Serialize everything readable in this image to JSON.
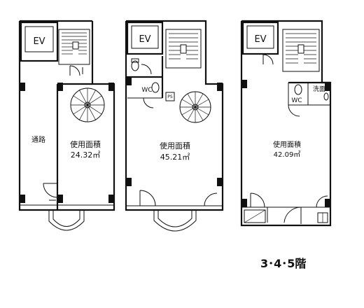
{
  "plans": [
    {
      "id": "plan-3f",
      "ev_label": "EV",
      "corridor_label": "通路",
      "area_label": "使用面積",
      "area_value": "24.32㎡"
    },
    {
      "id": "plan-4f",
      "ev_label": "EV",
      "wc_label": "WC",
      "ps_label": "PS",
      "area_label": "使用面積",
      "area_value": "45.21㎡"
    },
    {
      "id": "plan-5f",
      "ev_label": "EV",
      "wc_label": "WC",
      "wash_label": "洗面",
      "area_label": "使用面積",
      "area_value": "42.09㎡"
    }
  ],
  "floors_caption": "3･4･5階"
}
